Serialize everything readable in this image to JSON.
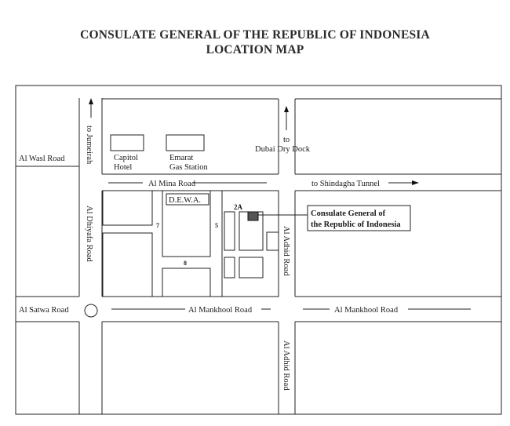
{
  "header": {
    "title_line1": "CONSULATE GENERAL OF THE REPUBLIC OF INDONESIA",
    "title_line2": "LOCATION MAP"
  },
  "roads": {
    "al_wasl": "Al Wasl Road",
    "al_mina": "Al Mina Road",
    "al_satwa": "Al Satwa Road",
    "al_mankhool_center": "Al Mankhool Road",
    "al_mankhool_right": "Al Mankhool Road",
    "al_dhiyafa": "Al Dhiyafa Road",
    "al_adhid_upper": "Al Adhid Road",
    "al_adhid_lower": "Al Adhid Road"
  },
  "directions": {
    "to_jumeirah": "to Jumeirah",
    "to_dubai_dry_dock_line1": "to",
    "to_dubai_dry_dock_line2": "Dubai Dry Dock",
    "to_shindagha_tunnel": "to Shindagha Tunnel"
  },
  "landmarks": {
    "capitol_hotel_line1": "Capitol",
    "capitol_hotel_line2": "Hotel",
    "emarat_line1": "Emarat",
    "emarat_line2": "Gas Station",
    "dewa": "D.E.W.A.",
    "consulate_line1": "Consulate General of",
    "consulate_line2": "the Republic of Indonesia"
  },
  "street_numbers": {
    "s7": "7",
    "s5": "5",
    "s8": "8",
    "s2a": "2A"
  }
}
